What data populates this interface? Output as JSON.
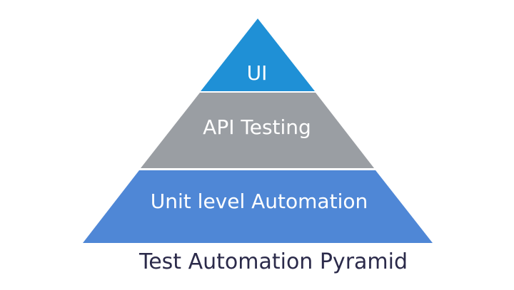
{
  "diagram": {
    "title": "Test Automation Pyramid",
    "tiers": [
      {
        "label": "UI",
        "color": "#1f90d6"
      },
      {
        "label": "API Testing",
        "color": "#9a9ea3"
      },
      {
        "label": "Unit level Automation",
        "color": "#4f87d6"
      }
    ],
    "separator_color": "#ffffff"
  }
}
